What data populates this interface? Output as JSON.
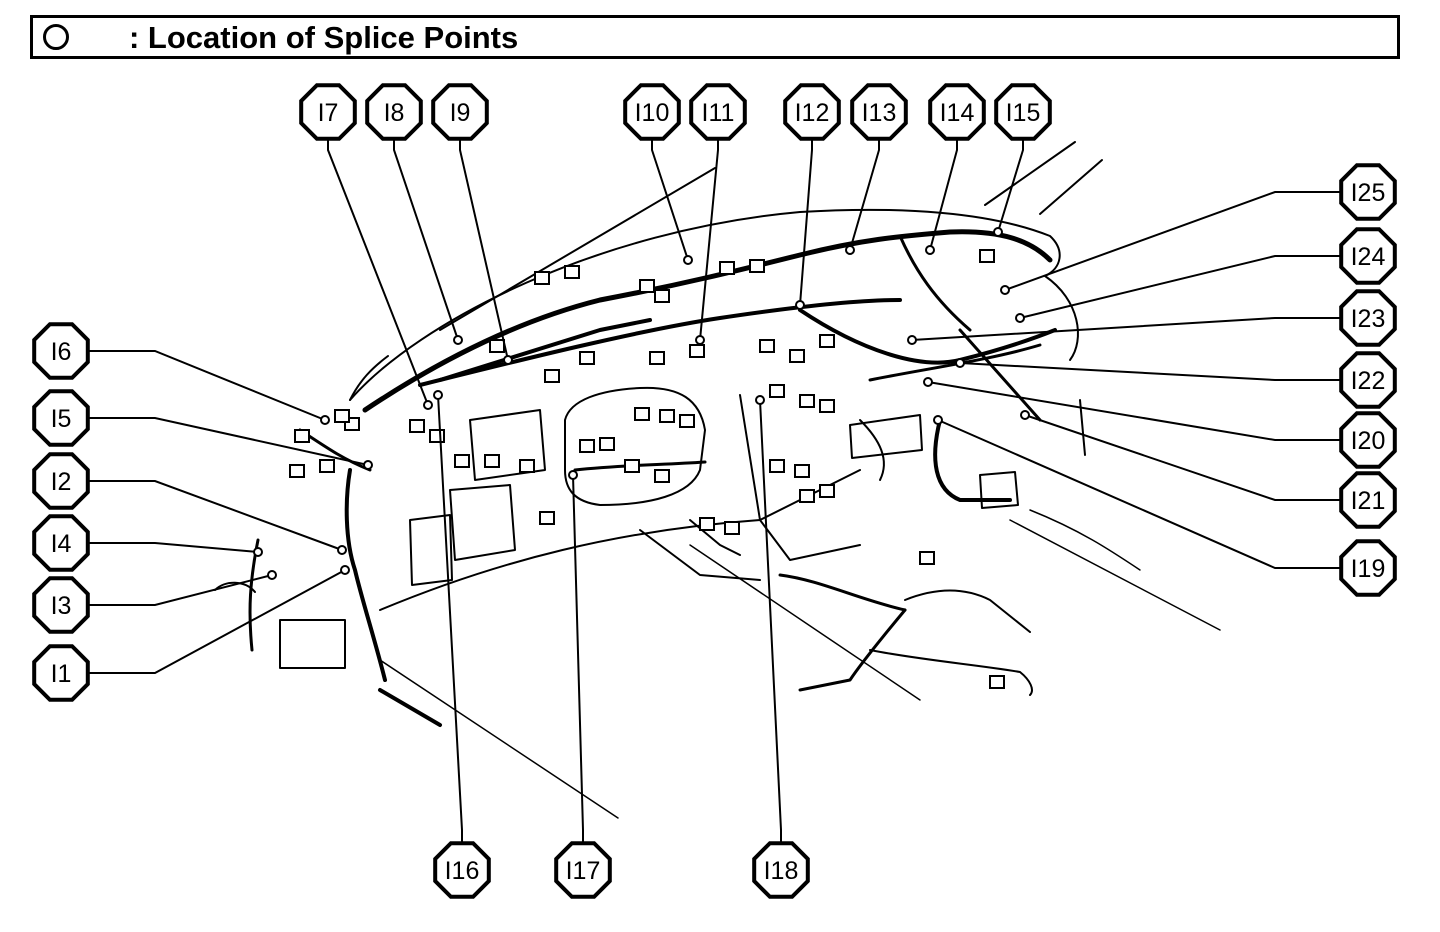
{
  "header": {
    "title": ": Location of Splice Points"
  },
  "legend": {
    "symbol": "legend-circle-icon"
  },
  "splice_points": [
    {
      "id": "I1"
    },
    {
      "id": "I2"
    },
    {
      "id": "I3"
    },
    {
      "id": "I4"
    },
    {
      "id": "I5"
    },
    {
      "id": "I6"
    },
    {
      "id": "I7"
    },
    {
      "id": "I8"
    },
    {
      "id": "I9"
    },
    {
      "id": "I10"
    },
    {
      "id": "I11"
    },
    {
      "id": "I12"
    },
    {
      "id": "I13"
    },
    {
      "id": "I14"
    },
    {
      "id": "I15"
    },
    {
      "id": "I16"
    },
    {
      "id": "I17"
    },
    {
      "id": "I18"
    },
    {
      "id": "I19"
    },
    {
      "id": "I20"
    },
    {
      "id": "I21"
    },
    {
      "id": "I22"
    },
    {
      "id": "I23"
    },
    {
      "id": "I24"
    },
    {
      "id": "I25"
    }
  ],
  "colors": {
    "ink": "#000000",
    "paper": "#ffffff"
  }
}
